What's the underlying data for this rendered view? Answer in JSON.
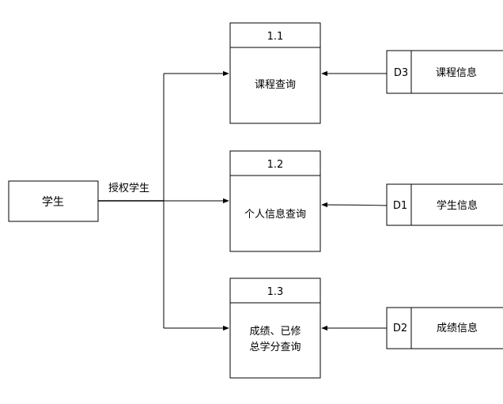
{
  "external_entity": {
    "label": "学生"
  },
  "flow_label": "授权学生",
  "processes": [
    {
      "id": "1.1",
      "lines": [
        "课程查询"
      ]
    },
    {
      "id": "1.2",
      "lines": [
        "个人信息查询"
      ]
    },
    {
      "id": "1.3",
      "lines": [
        "成绩、已修",
        "总学分查询"
      ]
    }
  ],
  "data_stores": [
    {
      "id": "D3",
      "name": "课程信息"
    },
    {
      "id": "D1",
      "name": "学生信息"
    },
    {
      "id": "D2",
      "name": "成绩信息"
    }
  ]
}
